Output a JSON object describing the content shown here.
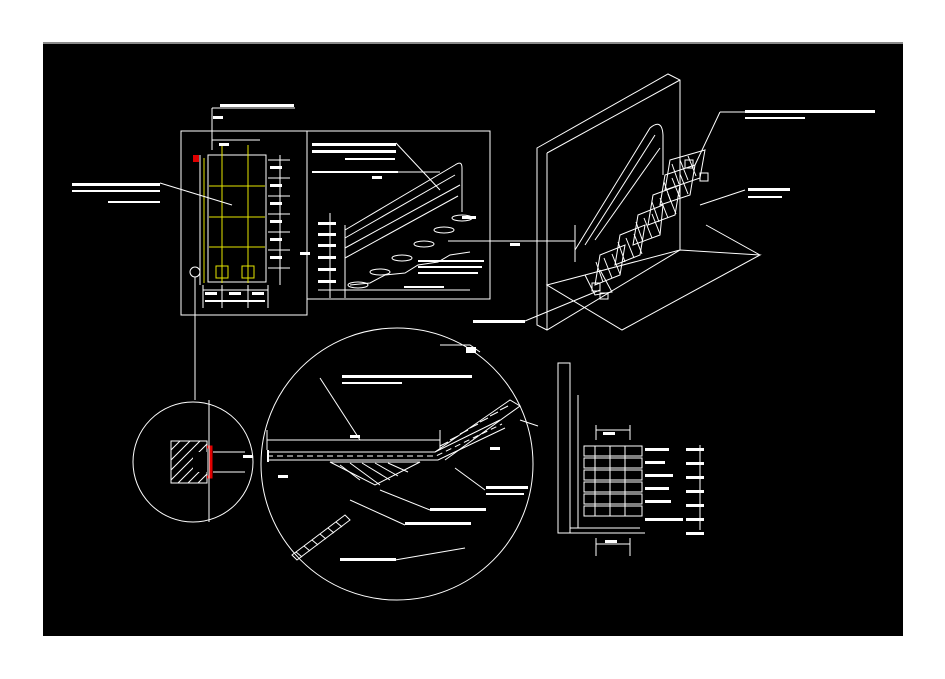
{
  "drawing": {
    "background": "#000000",
    "line_color": "#ffffff",
    "accent_yellow": "#e6e600",
    "accent_red": "#e00000",
    "views": [
      "plan-view",
      "isometric-railing",
      "isometric-3d-stair",
      "detail-circle-small",
      "detail-circle-large",
      "section-view"
    ]
  }
}
